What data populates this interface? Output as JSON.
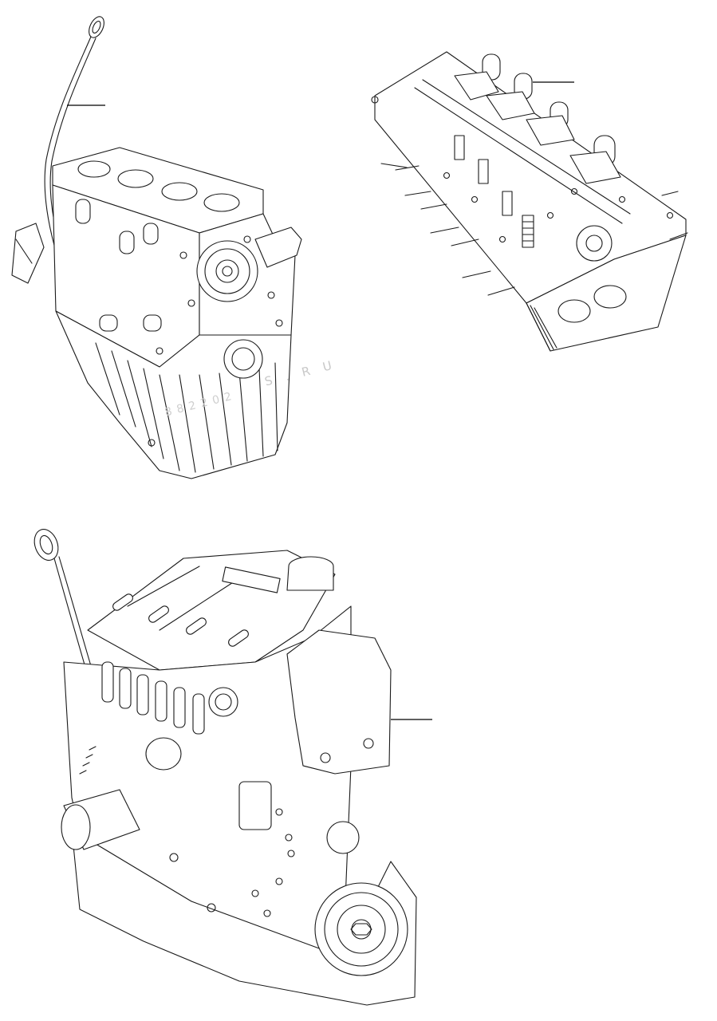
{
  "watermark": {
    "line1": "S . R U",
    "line2": "8 8 2 2 0 2"
  },
  "parts": [
    {
      "id": "short-block",
      "leader": true
    },
    {
      "id": "cylinder-head",
      "leader": true
    },
    {
      "id": "complete-engine",
      "leader": true
    }
  ]
}
